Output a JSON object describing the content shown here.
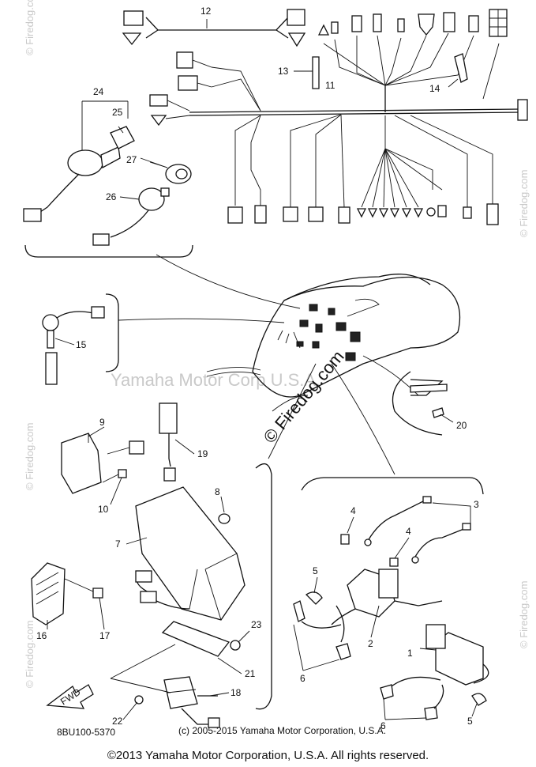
{
  "diagram": {
    "part_labels": {
      "p1": "1",
      "p2": "2",
      "p3": "3",
      "p4a": "4",
      "p4b": "4",
      "p5a": "5",
      "p5b": "5",
      "p6a": "6",
      "p6b": "6",
      "p7": "7",
      "p8": "8",
      "p9": "9",
      "p10": "10",
      "p11": "11",
      "p12": "12",
      "p13": "13",
      "p14": "14",
      "p15": "15",
      "p16": "16",
      "p17": "17",
      "p18": "18",
      "p19": "19",
      "p20": "20",
      "p21": "21",
      "p22": "22",
      "p23": "23",
      "p24": "24",
      "p25": "25",
      "p26": "26",
      "p27": "27"
    },
    "fwd_label": "FWD",
    "drawing_code": "8BU100-5370",
    "inner_copyright": "(c) 2005-2015 Yamaha Motor Corporation, U.S.A.",
    "watermark_center": "© Firedog.com",
    "watermark_brand": "Yamaha Motor Corp U.S.A.",
    "watermark_edge": "© Firedog.com"
  },
  "footer": {
    "copyright": "©2013 Yamaha Motor Corporation, U.S.A. All rights reserved."
  }
}
